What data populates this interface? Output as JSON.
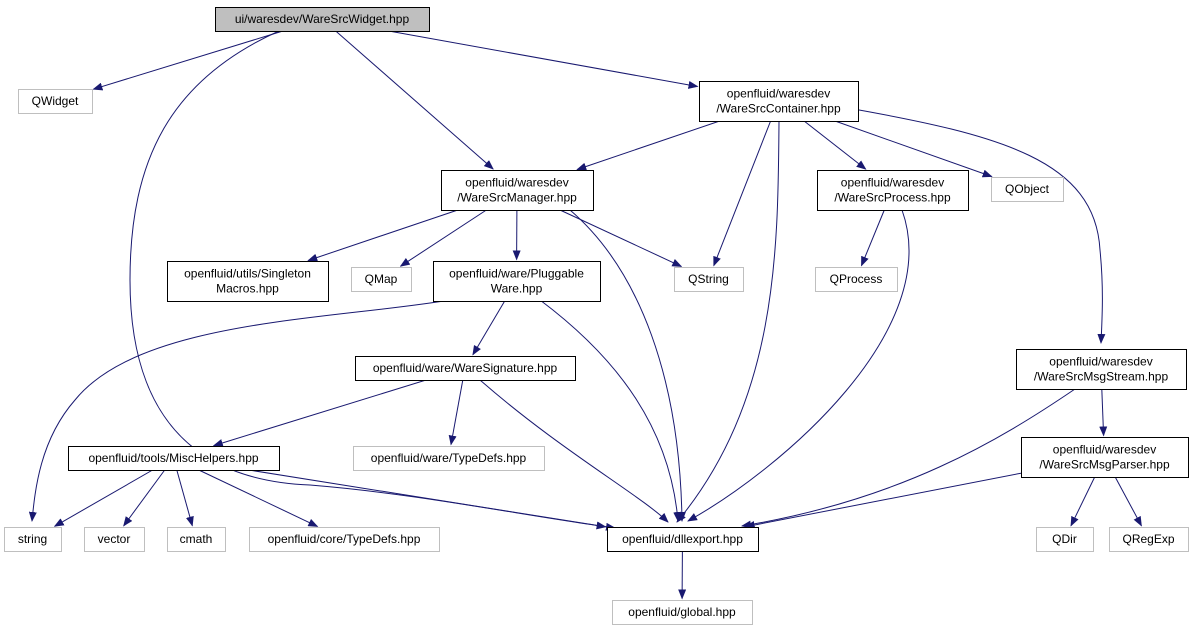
{
  "colors": {
    "edge": "#191970",
    "root_fill": "#bfbfbf",
    "node_border": "#000000",
    "external_border": "#bfbfbf",
    "background": "#ffffff"
  },
  "nodes": {
    "root": {
      "lines": [
        "ui/waresdev/WareSrcWidget.hpp"
      ],
      "kind": "root"
    },
    "qwidget": {
      "lines": [
        "QWidget"
      ],
      "kind": "external"
    },
    "container": {
      "lines": [
        "openfluid/waresdev",
        "/WareSrcContainer.hpp"
      ],
      "kind": "internal"
    },
    "manager": {
      "lines": [
        "openfluid/waresdev",
        "/WareSrcManager.hpp"
      ],
      "kind": "internal"
    },
    "process": {
      "lines": [
        "openfluid/waresdev",
        "/WareSrcProcess.hpp"
      ],
      "kind": "internal"
    },
    "qobject": {
      "lines": [
        "QObject"
      ],
      "kind": "external"
    },
    "singleton": {
      "lines": [
        "openfluid/utils/Singleton",
        "Macros.hpp"
      ],
      "kind": "internal"
    },
    "qmap": {
      "lines": [
        "QMap"
      ],
      "kind": "external"
    },
    "pluggable": {
      "lines": [
        "openfluid/ware/Pluggable",
        "Ware.hpp"
      ],
      "kind": "internal"
    },
    "qstring": {
      "lines": [
        "QString"
      ],
      "kind": "external"
    },
    "qprocess": {
      "lines": [
        "QProcess"
      ],
      "kind": "external"
    },
    "msgstream": {
      "lines": [
        "openfluid/waresdev",
        "/WareSrcMsgStream.hpp"
      ],
      "kind": "internal"
    },
    "signature": {
      "lines": [
        "openfluid/ware/WareSignature.hpp"
      ],
      "kind": "internal"
    },
    "mischelpers": {
      "lines": [
        "openfluid/tools/MiscHelpers.hpp"
      ],
      "kind": "internal"
    },
    "waretypedefs": {
      "lines": [
        "openfluid/ware/TypeDefs.hpp"
      ],
      "kind": "external"
    },
    "msgparser": {
      "lines": [
        "openfluid/waresdev",
        "/WareSrcMsgParser.hpp"
      ],
      "kind": "internal"
    },
    "string": {
      "lines": [
        "string"
      ],
      "kind": "external"
    },
    "vector": {
      "lines": [
        "vector"
      ],
      "kind": "external"
    },
    "cmath": {
      "lines": [
        "cmath"
      ],
      "kind": "external"
    },
    "coretypedefs": {
      "lines": [
        "openfluid/core/TypeDefs.hpp"
      ],
      "kind": "external"
    },
    "dllexport": {
      "lines": [
        "openfluid/dllexport.hpp"
      ],
      "kind": "internal"
    },
    "qdir": {
      "lines": [
        "QDir"
      ],
      "kind": "external"
    },
    "qregexp": {
      "lines": [
        "QRegExp"
      ],
      "kind": "external"
    },
    "global": {
      "lines": [
        "openfluid/global.hpp"
      ],
      "kind": "external"
    }
  },
  "edges": [
    [
      "root",
      "qwidget"
    ],
    [
      "root",
      "container"
    ],
    [
      "root",
      "manager"
    ],
    [
      "root",
      "dllexport"
    ],
    [
      "container",
      "manager"
    ],
    [
      "container",
      "qstring"
    ],
    [
      "container",
      "dllexport"
    ],
    [
      "container",
      "process"
    ],
    [
      "container",
      "qobject"
    ],
    [
      "container",
      "msgstream"
    ],
    [
      "manager",
      "singleton"
    ],
    [
      "manager",
      "qmap"
    ],
    [
      "manager",
      "pluggable"
    ],
    [
      "manager",
      "qstring"
    ],
    [
      "manager",
      "dllexport"
    ],
    [
      "process",
      "qprocess"
    ],
    [
      "process",
      "dllexport"
    ],
    [
      "pluggable",
      "string"
    ],
    [
      "pluggable",
      "signature"
    ],
    [
      "pluggable",
      "dllexport"
    ],
    [
      "signature",
      "mischelpers"
    ],
    [
      "signature",
      "waretypedefs"
    ],
    [
      "signature",
      "dllexport"
    ],
    [
      "mischelpers",
      "string"
    ],
    [
      "mischelpers",
      "vector"
    ],
    [
      "mischelpers",
      "cmath"
    ],
    [
      "mischelpers",
      "coretypedefs"
    ],
    [
      "mischelpers",
      "dllexport"
    ],
    [
      "msgstream",
      "msgparser"
    ],
    [
      "msgstream",
      "dllexport"
    ],
    [
      "msgparser",
      "dllexport"
    ],
    [
      "msgparser",
      "qdir"
    ],
    [
      "msgparser",
      "qregexp"
    ],
    [
      "dllexport",
      "global"
    ]
  ]
}
